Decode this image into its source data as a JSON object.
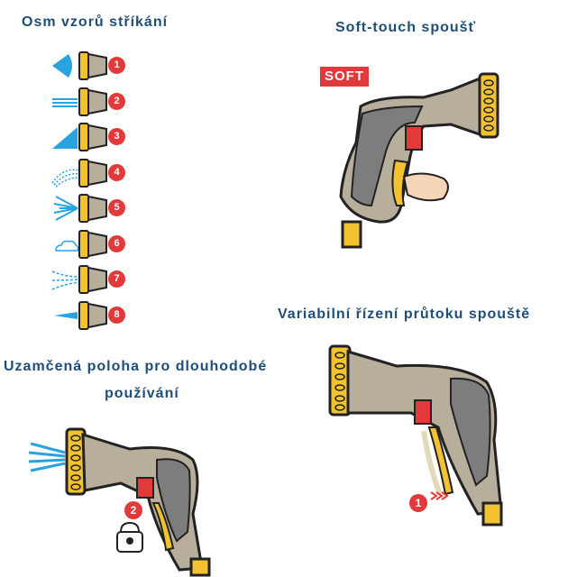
{
  "headings": {
    "patterns": "Osm vzorů stříkání",
    "soft_touch": "Soft-touch spoušť",
    "variable_flow": "Variabilní řízení průtoku spouště",
    "lock_line1": "Uzamčená poloha pro dlouhodobé",
    "lock_line2": "používání"
  },
  "patterns": [
    {
      "number": "1",
      "icon": "full-cone-icon"
    },
    {
      "number": "2",
      "icon": "flat-jet-icon"
    },
    {
      "number": "3",
      "icon": "fan-icon"
    },
    {
      "number": "4",
      "icon": "shower-icon"
    },
    {
      "number": "5",
      "icon": "center-spray-icon"
    },
    {
      "number": "6",
      "icon": "mist-icon"
    },
    {
      "number": "7",
      "icon": "soaker-icon"
    },
    {
      "number": "8",
      "icon": "jet-icon"
    }
  ],
  "soft_label": "SOFT",
  "steps": {
    "lock_step": "2",
    "flow_step": "1"
  },
  "colors": {
    "heading": "#1f4e79",
    "accent_red": "#e23a3a",
    "spray_blue": "#29a3e0",
    "nozzle_yellow": "#f2c230",
    "body_gray": "#b7ae9c",
    "grip_gray": "#7d7d7d"
  }
}
